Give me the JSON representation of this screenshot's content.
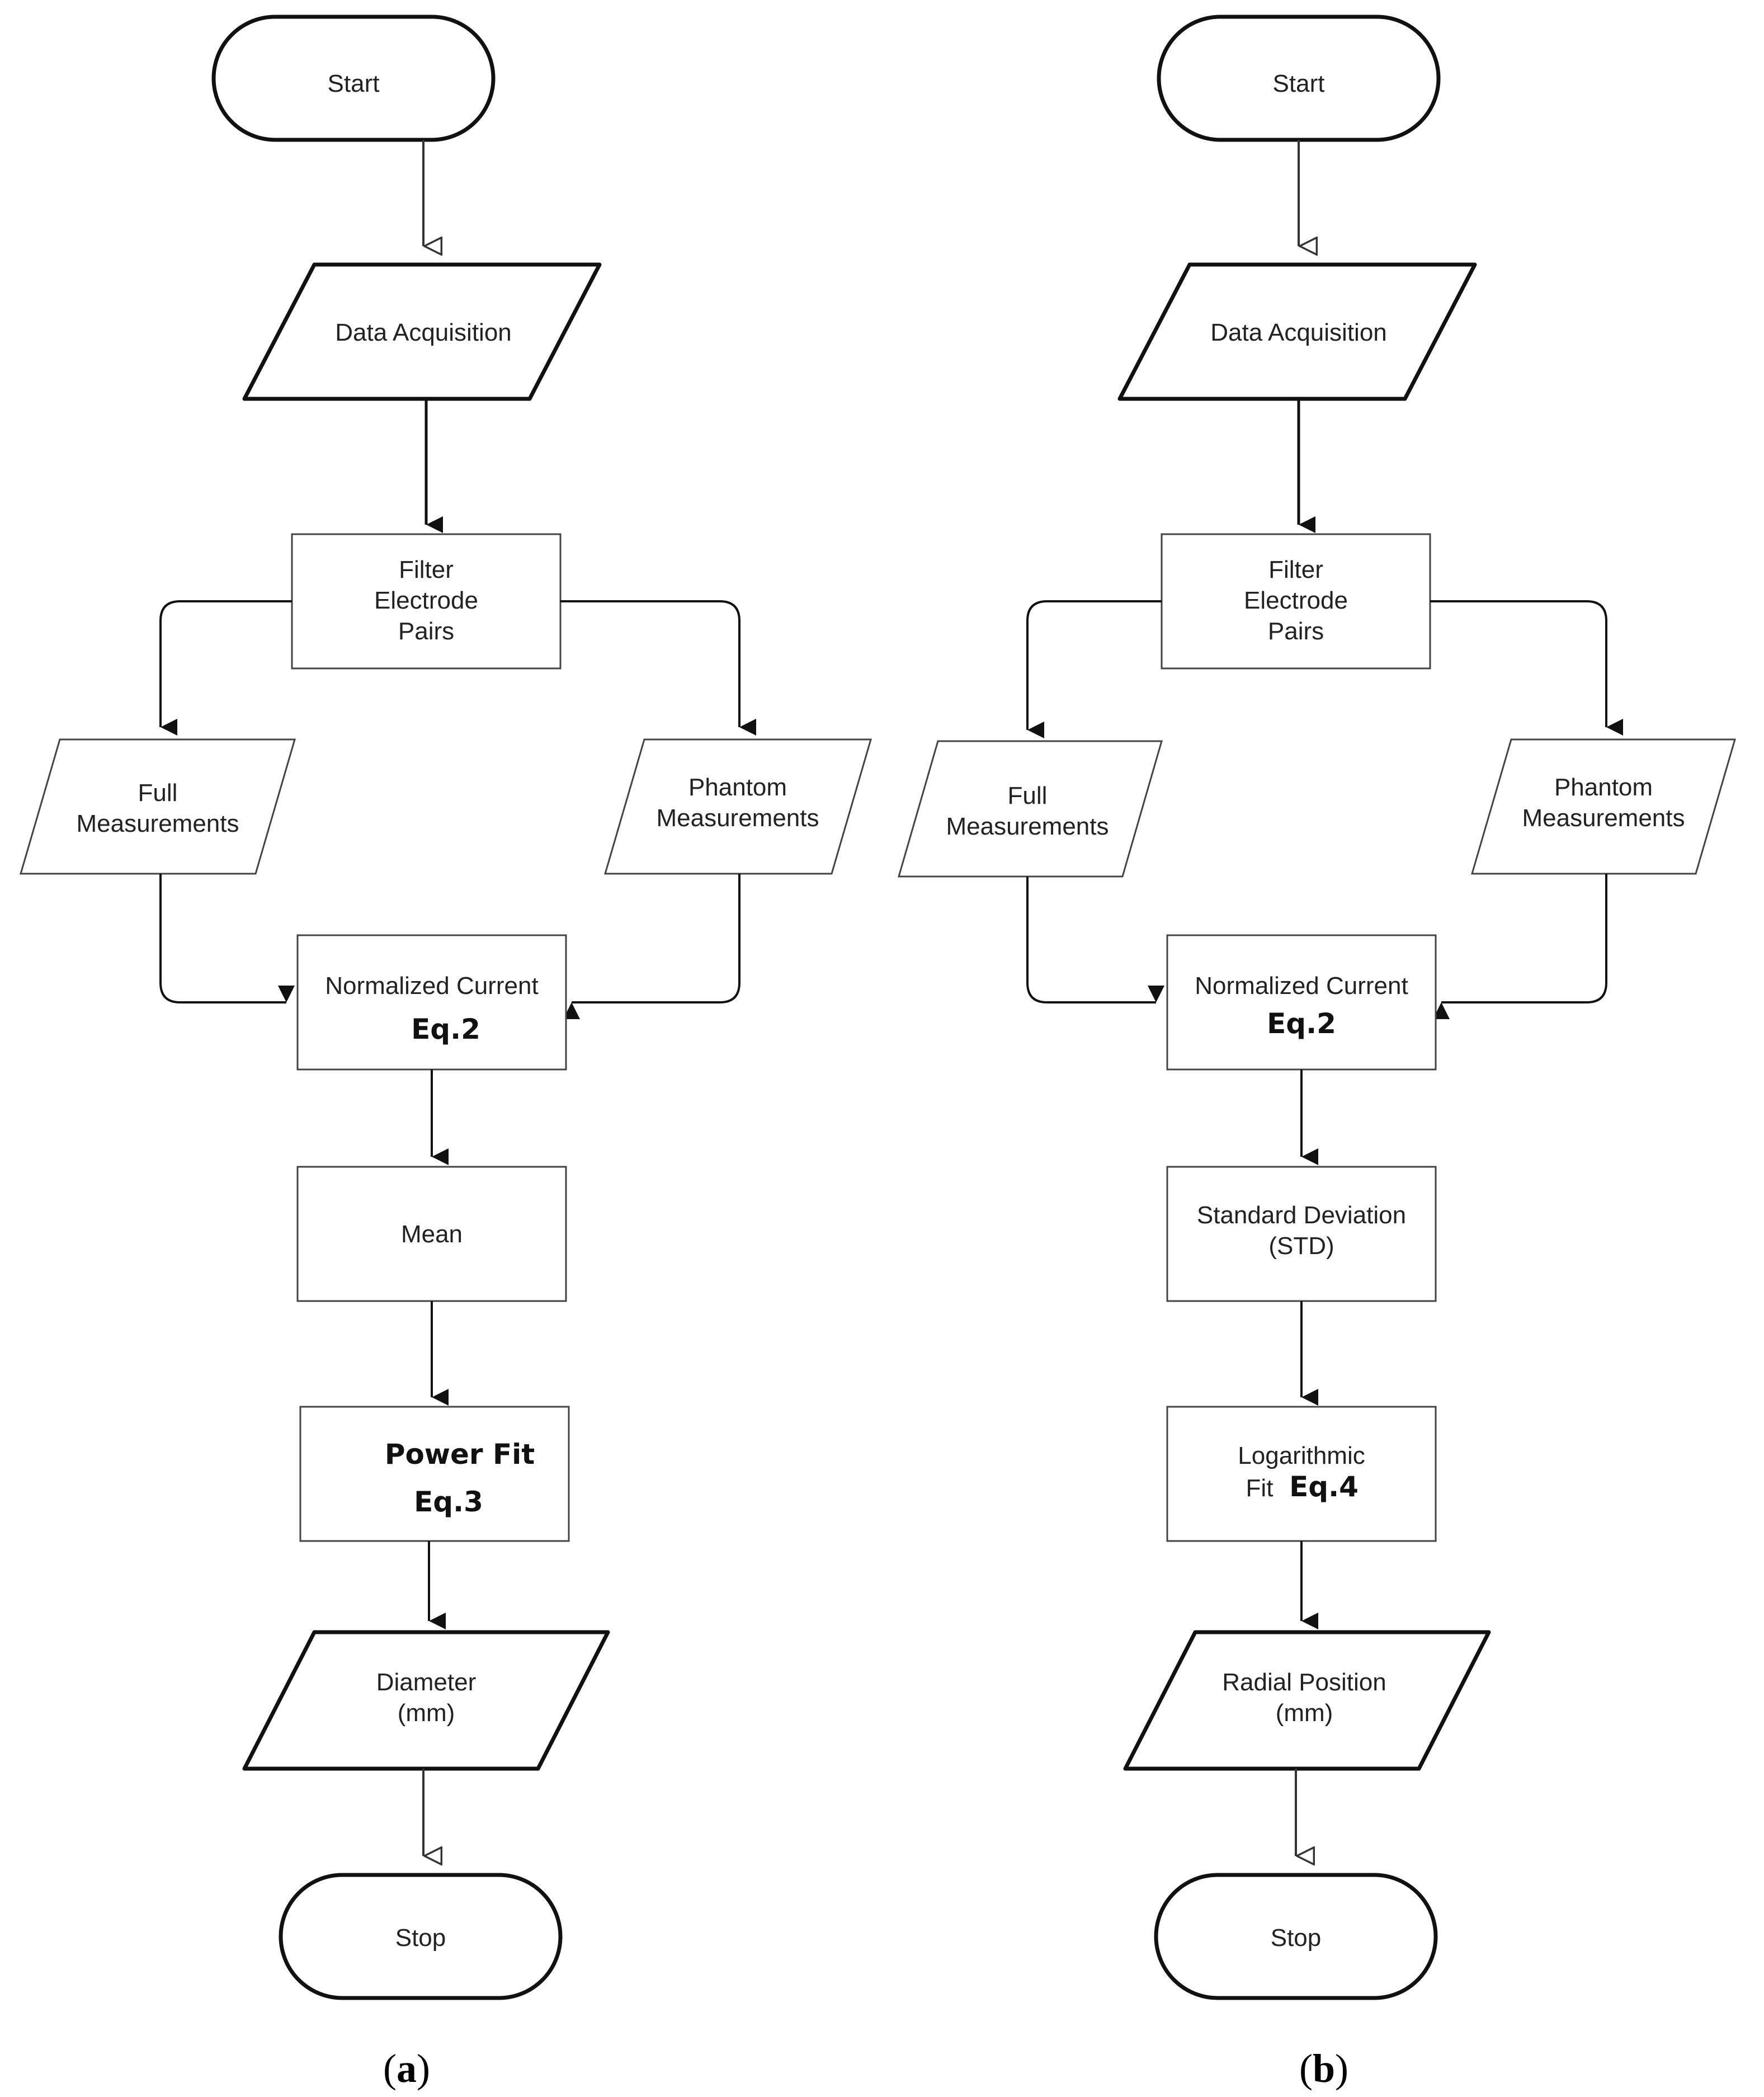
{
  "flowchart_a": {
    "start": "Start",
    "data_acquisition": "Data Acquisition",
    "filter": [
      "Filter",
      "Electrode",
      "Pairs"
    ],
    "full_measurements": [
      "Full",
      "Measurements"
    ],
    "phantom_measurements": [
      "Phantom",
      "Measurements"
    ],
    "normalized_current": "Normalized Current",
    "normalized_current_eq": "Eq.2",
    "mean": "Mean",
    "power_fit": "Power Fit",
    "power_fit_eq": "Eq.3",
    "output": [
      "Diameter",
      "(mm)"
    ],
    "stop": "Stop",
    "caption_open": "(",
    "caption_letter": "a",
    "caption_close": ")"
  },
  "flowchart_b": {
    "start": "Start",
    "data_acquisition": "Data Acquisition",
    "filter": [
      "Filter",
      "Electrode",
      "Pairs"
    ],
    "full_measurements": [
      "Full",
      "Measurements"
    ],
    "phantom_measurements": [
      "Phantom",
      "Measurements"
    ],
    "normalized_current": "Normalized Current",
    "normalized_current_eq": "Eq.2",
    "std": [
      "Standard Deviation",
      "(STD)"
    ],
    "log_fit": "Logarithmic",
    "log_fit_line2": "Fit",
    "log_fit_eq": "Eq.4",
    "output": [
      "Radial Position",
      "(mm)"
    ],
    "stop": "Stop",
    "caption_open": "(",
    "caption_letter": "b",
    "caption_close": ")"
  }
}
